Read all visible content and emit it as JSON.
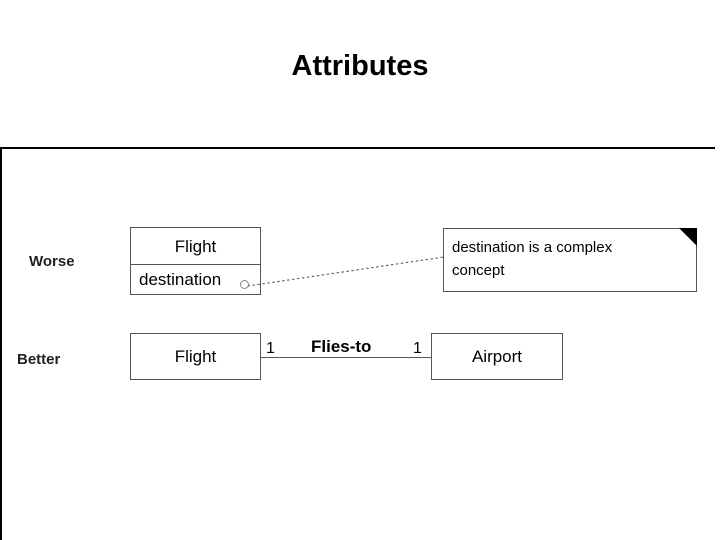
{
  "slide": {
    "title": "Attributes",
    "background_color": "#ffffff",
    "text_color": "#000000",
    "line_color": "#555555"
  },
  "rows": {
    "worse_label": "Worse",
    "better_label": "Better"
  },
  "worse_example": {
    "class_name": "Flight",
    "attribute": "destination",
    "anchor_icon": "small-circle-anchor-icon"
  },
  "note": {
    "line1": "destination is a complex",
    "line2": "concept",
    "full_text": "destination is a complex concept",
    "fold_icon": "note-folded-corner-icon",
    "connector": "dotted-leader-line"
  },
  "better_example": {
    "left_class": "Flight",
    "right_class": "Airport",
    "association_label": "Flies-to",
    "multiplicity_left": "1",
    "multiplicity_right": "1"
  }
}
